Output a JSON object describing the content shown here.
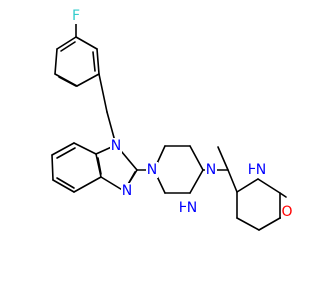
{
  "molecule": {
    "atom_labels": {
      "fluorine": "F",
      "benzimidazole_n1": "N",
      "benzimidazole_n3": "N",
      "piperidine_n": "N",
      "amine_n": "N",
      "pyrimidinone_nh_upper": "H",
      "pyrimidinone_n_upper": "N",
      "pyrimidinone_nh_lower": "H",
      "pyrimidinone_n_lower": "N",
      "carbonyl_o": "O"
    },
    "colors": {
      "bond": "#000000",
      "nitrogen": "#0000ff",
      "oxygen": "#ff0000",
      "fluorine": "#33cccc"
    }
  }
}
